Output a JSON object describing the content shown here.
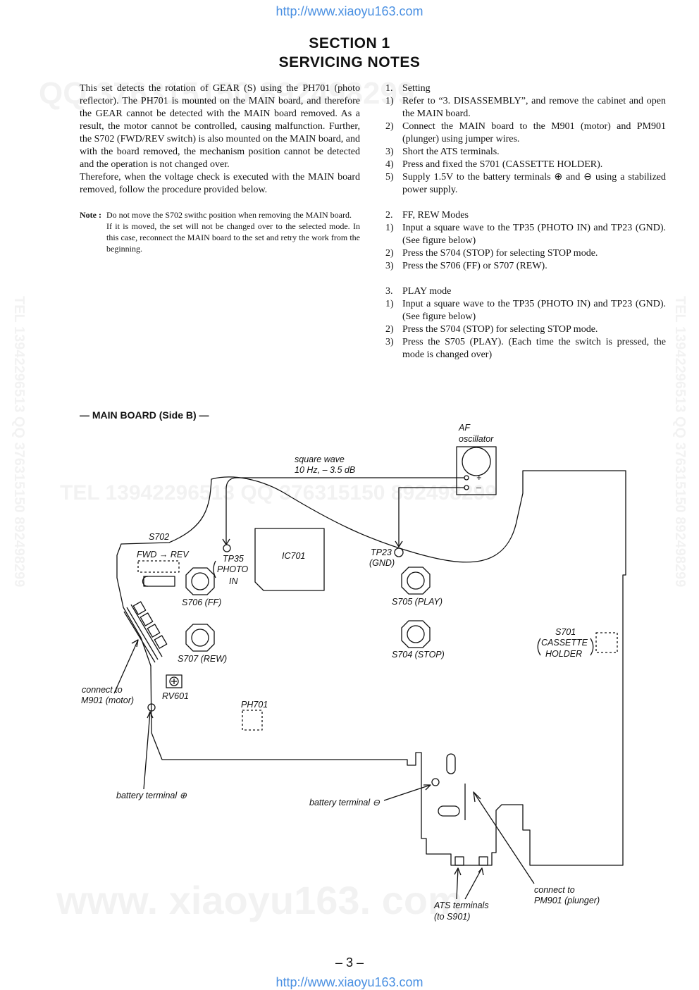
{
  "url": "http://www.xiaoyu163.com",
  "section": {
    "line1": "SECTION 1",
    "line2": "SERVICING NOTES"
  },
  "intro": [
    "This set detects the rotation of GEAR (S) using the PH701 (photo reflector). The PH701 is mounted on the MAIN board, and therefore the GEAR cannot be detected with the MAIN board removed. As a result, the motor cannot be controlled, causing malfunction. Further, the S702 (FWD/REV switch) is also mounted on the MAIN board, and with the board removed, the mechanism position cannot be detected and the operation is not changed over.",
    "Therefore, when the voltage check is executed with the MAIN board removed, follow the procedure provided below."
  ],
  "note": {
    "label": "Note :",
    "lines": [
      "Do not move the S702 swithc position when removing the MAIN board.",
      "If it is moved, the set will not be changed over to the selected mode. In this case, reconnect the MAIN board to the set and retry the work from the beginning."
    ]
  },
  "steps": [
    {
      "num": "1.",
      "title": "Setting",
      "items": [
        {
          "n": "1)",
          "t": "Refer to “3. DISASSEMBLY”, and remove the cabinet and open the MAIN board."
        },
        {
          "n": "2)",
          "t": "Connect the MAIN board to the M901 (motor) and PM901 (plunger) using jumper wires."
        },
        {
          "n": "3)",
          "t": "Short the ATS terminals."
        },
        {
          "n": "4)",
          "t": "Press and fixed the S701 (CASSETTE HOLDER)."
        },
        {
          "n": "5)",
          "t": "Supply 1.5V to the battery terminals ⊕ and ⊖ using a stabilized power supply."
        }
      ]
    },
    {
      "num": "2.",
      "title": "FF, REW Modes",
      "items": [
        {
          "n": "1)",
          "t": "Input a square wave to the TP35 (PHOTO IN) and TP23 (GND). (See figure below)"
        },
        {
          "n": "2)",
          "t": "Press the S704 (STOP) for selecting STOP mode."
        },
        {
          "n": "3)",
          "t": "Press the S706 (FF) or S707 (REW)."
        }
      ]
    },
    {
      "num": "3.",
      "title": "PLAY mode",
      "items": [
        {
          "n": "1)",
          "t": "Input a square wave to the TP35 (PHOTO IN) and TP23 (GND). (See figure below)"
        },
        {
          "n": "2)",
          "t": "Press the S704 (STOP) for selecting STOP mode."
        },
        {
          "n": "3)",
          "t": "Press the S705 (PLAY). (Each time the switch is pressed, the mode is changed over)"
        }
      ]
    }
  ],
  "board": {
    "title": "— MAIN BOARD (Side B) —",
    "af1": "AF",
    "af2": "oscillator",
    "plus": "+",
    "minus": "–",
    "sq1": "square wave",
    "sq2": "10 Hz, – 3.5 dB",
    "s702": "S702",
    "fwdrev": "FWD → REV",
    "tp35a": "TP35",
    "tp35b": "PHOTO",
    "tp35c": "IN",
    "ic701": "IC701",
    "tp23a": "TP23",
    "tp23b": "(GND)",
    "s706": "S706 (FF)",
    "s705": "S705 (PLAY)",
    "s707": "S707 (REW)",
    "s704": "S704 (STOP)",
    "s701a": "S701",
    "s701b": "CASSETTE",
    "s701c": "HOLDER",
    "conn1": "connect to",
    "conn2": "M901 (motor)",
    "rv601": "RV601",
    "ph701": "PH701",
    "batplus": "battery terminal ⊕",
    "batminus": "battery terminal ⊖",
    "pm1": "connect to",
    "pm2": "PM901 (plunger)",
    "ats1": "ATS terminals",
    "ats2": "(to S901)"
  },
  "watermarks": {
    "w1": "QQ 376315150 892498299",
    "w2": "TEL 13942296513 QQ 376315150 892498299",
    "w3": "www. xiaoyu163. com",
    "w4": "TEL 13942296513 QQ 376315150 892498299",
    "w5": "TEL 13942296513 QQ 376315150 892498299"
  },
  "page": "– 3 –"
}
